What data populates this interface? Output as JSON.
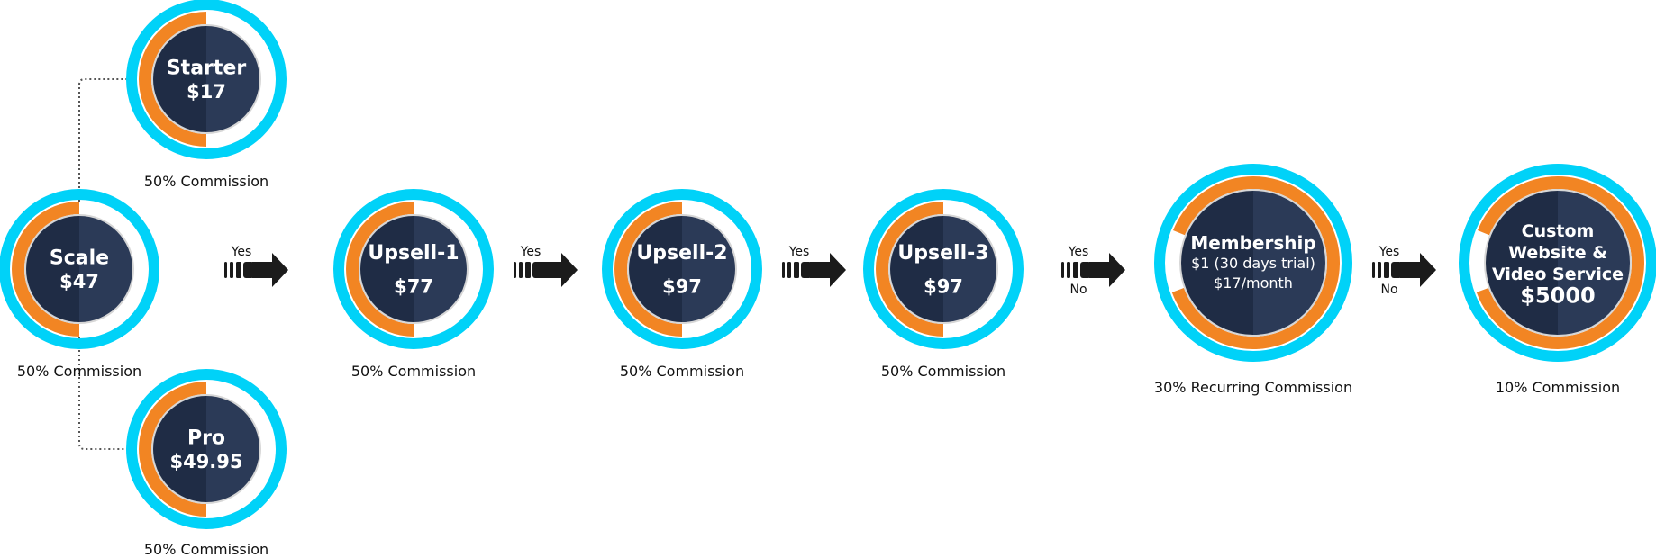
{
  "colors": {
    "outer_ring": "#00d2f8",
    "progress_ring": "#f28523",
    "remaining_ring": "#ffffff",
    "core_left": "#1f2c45",
    "core_right": "#2b3a57",
    "core_border": "#d6d6d6",
    "arrow": "#1b1b1b",
    "connector": "#555555",
    "text_dark": "#111111",
    "text_light": "#ffffff"
  },
  "nodes": [
    {
      "id": "starter",
      "title": "Starter",
      "lines": [
        "$17"
      ],
      "caption": "50% Commission",
      "commission_fraction": 0.5
    },
    {
      "id": "scale",
      "title": "Scale",
      "lines": [
        "$47"
      ],
      "caption": "50% Commission",
      "commission_fraction": 0.5
    },
    {
      "id": "pro",
      "title": "Pro",
      "lines": [
        "$49.95"
      ],
      "caption": "50% Commission",
      "commission_fraction": 0.5
    },
    {
      "id": "upsell-1",
      "title": "Upsell-1",
      "lines": [
        "$77"
      ],
      "caption": "50% Commission",
      "commission_fraction": 0.5
    },
    {
      "id": "upsell-2",
      "title": "Upsell-2",
      "lines": [
        "$97"
      ],
      "caption": "50% Commission",
      "commission_fraction": 0.5
    },
    {
      "id": "upsell-3",
      "title": "Upsell-3",
      "lines": [
        "$97"
      ],
      "caption": "50% Commission",
      "commission_fraction": 0.5
    },
    {
      "id": "membership",
      "title": "Membership",
      "lines": [
        "$1 (30 days trial)",
        "$17/month"
      ],
      "caption": "30% Recurring Commission",
      "commission_fraction": 0.9
    },
    {
      "id": "custom",
      "title": "Custom",
      "lines": [
        "Website &",
        "Video Service",
        "$5000"
      ],
      "caption": "10% Commission",
      "commission_fraction": 0.9
    }
  ],
  "arrows": [
    {
      "from": "scale",
      "to": "upsell-1",
      "yes": "Yes",
      "no": ""
    },
    {
      "from": "upsell-1",
      "to": "upsell-2",
      "yes": "Yes",
      "no": ""
    },
    {
      "from": "upsell-2",
      "to": "upsell-3",
      "yes": "Yes",
      "no": ""
    },
    {
      "from": "upsell-3",
      "to": "membership",
      "yes": "Yes",
      "no": "No"
    },
    {
      "from": "membership",
      "to": "custom",
      "yes": "Yes",
      "no": "No"
    }
  ],
  "connectors": [
    {
      "from": "scale",
      "to": "starter"
    },
    {
      "from": "scale",
      "to": "pro"
    }
  ]
}
